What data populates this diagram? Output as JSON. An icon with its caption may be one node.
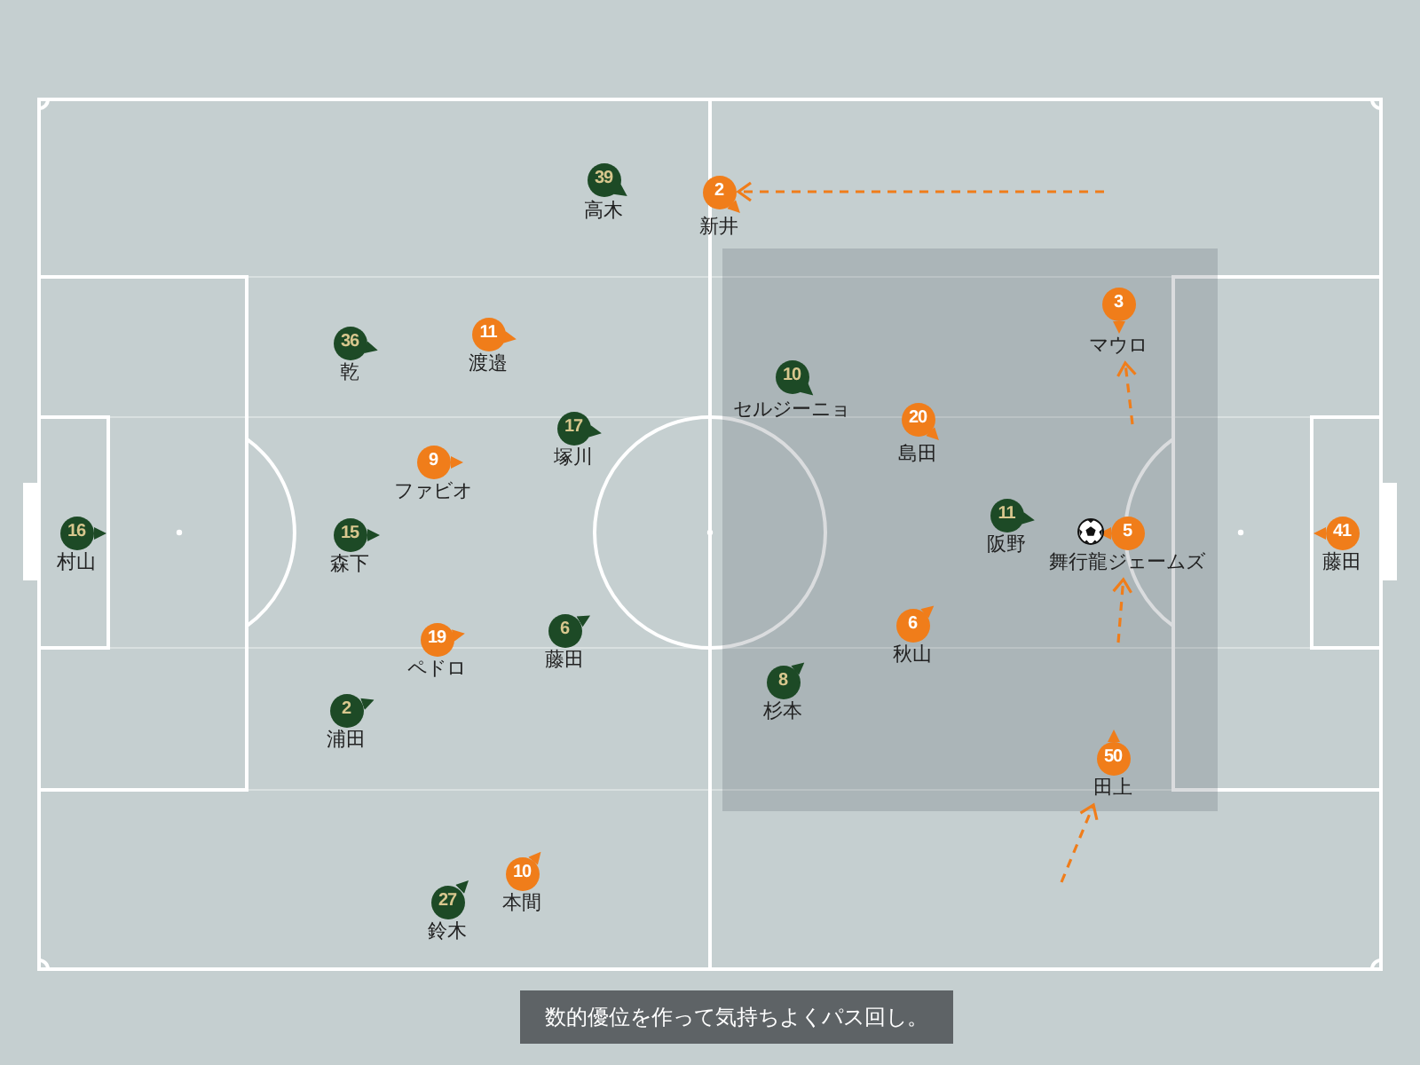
{
  "diagram": {
    "caption": "数的優位を作って気持ちよくパス回し。",
    "nodes": [
      {
        "text": [
          "39"
        ],
        "beside": [
          "高木"
        ]
      },
      {
        "text": [
          "2"
        ],
        "beside": [
          "新井"
        ]
      },
      {
        "text": [
          "36"
        ],
        "beside": [
          "乾"
        ]
      },
      {
        "text": [
          "11"
        ],
        "beside": [
          "渡邉"
        ]
      },
      {
        "text": [
          "10"
        ],
        "beside": [
          "セルジーニョ"
        ]
      },
      {
        "text": [
          "3"
        ],
        "beside": [
          "マウロ"
        ]
      },
      {
        "text": [
          "9"
        ],
        "beside": [
          "ファビオ"
        ]
      },
      {
        "text": [
          "17"
        ],
        "beside": [
          "塚川"
        ]
      },
      {
        "text": [
          "20"
        ],
        "beside": [
          "島田"
        ]
      },
      {
        "text": [
          "16"
        ],
        "beside": [
          "村山"
        ]
      },
      {
        "text": [
          "15"
        ],
        "beside": [
          "森下"
        ]
      },
      {
        "text": [
          "11"
        ],
        "beside": [
          "阪野"
        ]
      },
      {
        "text": [
          "5"
        ],
        "beside": [
          "舞行龍ジェームズ"
        ]
      },
      {
        "text": [
          "41"
        ],
        "beside": [
          "藤田"
        ]
      },
      {
        "text": [
          "19"
        ],
        "beside": [
          "ペドロ"
        ]
      },
      {
        "text": [
          "6"
        ],
        "beside": [
          "藤田"
        ]
      },
      {
        "text": [
          "6"
        ],
        "beside": [
          "秋山"
        ]
      },
      {
        "text": [
          "2"
        ],
        "beside": [
          "浦田"
        ]
      },
      {
        "text": [
          "8"
        ],
        "beside": [
          "杉本"
        ]
      },
      {
        "text": [
          "50"
        ],
        "beside": [
          "田上"
        ]
      },
      {
        "text": [
          "27"
        ],
        "beside": [
          "鈴木"
        ]
      },
      {
        "text": [
          "10"
        ],
        "beside": [
          "本間"
        ]
      }
    ],
    "edges": [
      {
        "from": null,
        "to": 1,
        "arrow": "to",
        "style": "dashed"
      },
      {
        "from": null,
        "to": 5,
        "arrow": "to",
        "style": "dashed"
      },
      {
        "from": null,
        "to": 12,
        "arrow": "to",
        "style": "dashed"
      },
      {
        "from": null,
        "to": 19,
        "arrow": "to",
        "style": "dashed"
      }
    ]
  }
}
